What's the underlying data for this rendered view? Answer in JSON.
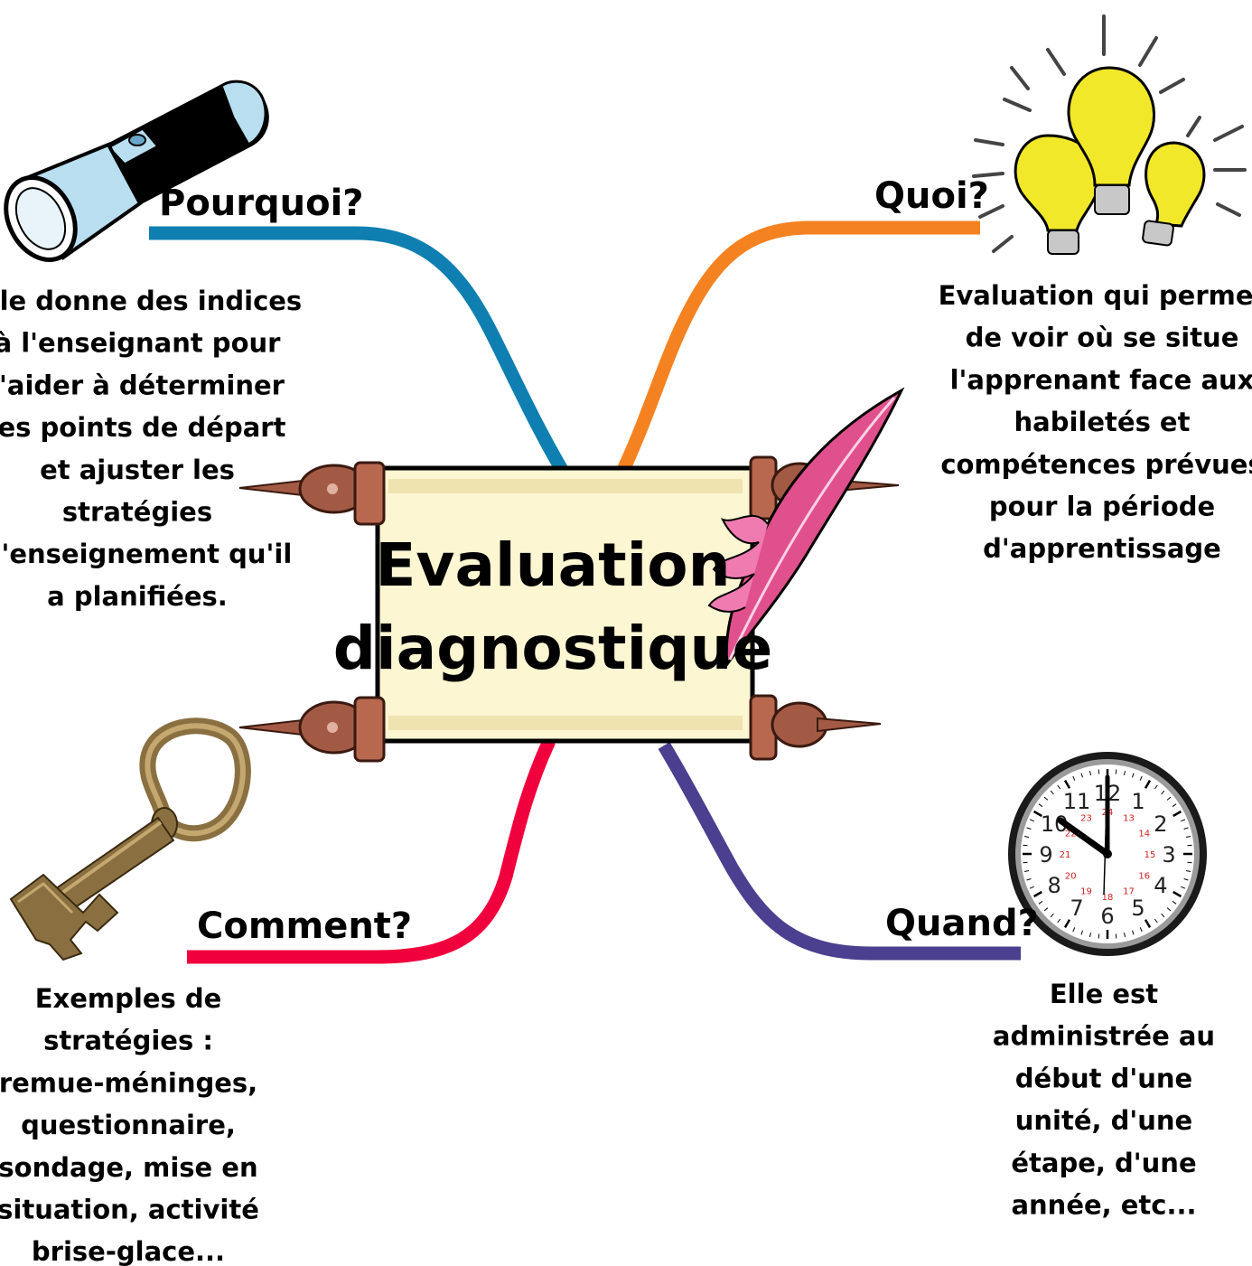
{
  "title_lines": [
    "Evaluation",
    "diagnostique"
  ],
  "branches": {
    "pourquoi": {
      "label": "Pourquoi?",
      "color": "#0e7fb0",
      "icon": "flashlight-icon",
      "lines": [
        "Elle donne des indices",
        "à l'enseignant pour",
        "l'aider à déterminer",
        "les points de départ",
        "et ajuster les",
        "stratégies",
        "d'enseignement qu'il",
        "a planifiées."
      ]
    },
    "quoi": {
      "label": "Quoi?",
      "color": "#f58220",
      "icon": "lightbulb-icon",
      "lines": [
        "Evaluation qui permet",
        "de voir où se situe",
        "l'apprenant face aux",
        "habiletés et",
        "compétences prévues",
        "pour la période",
        "d'apprentissage"
      ]
    },
    "comment": {
      "label": "Comment?",
      "color": "#f0003c",
      "icon": "key-icon",
      "lines": [
        "Exemples de",
        "stratégies :",
        "remue-méninges,",
        "questionnaire,",
        "sondage, mise en",
        "situation, activité",
        "brise-glace..."
      ]
    },
    "quand": {
      "label": "Quand?",
      "color": "#4b3f8f",
      "icon": "clock-icon",
      "lines": [
        "Elle est",
        "administrée au",
        "début d'une",
        "unité, d'une",
        "étape, d'une",
        "année, etc..."
      ]
    }
  },
  "clock": {
    "hours": [
      "12",
      "1",
      "2",
      "3",
      "4",
      "5",
      "6",
      "7",
      "8",
      "9",
      "10",
      "11"
    ],
    "hours24": [
      "24",
      "13",
      "14",
      "15",
      "16",
      "17",
      "18",
      "19",
      "20",
      "21",
      "22",
      "23"
    ]
  }
}
